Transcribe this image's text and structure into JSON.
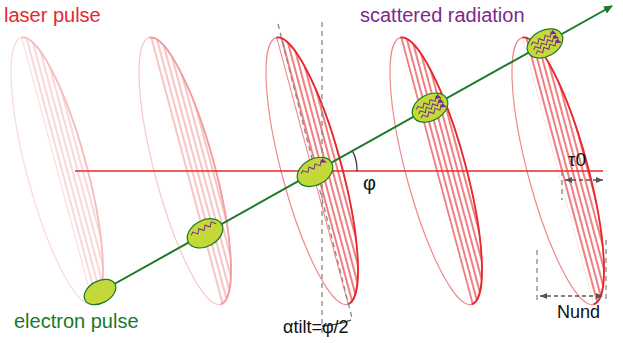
{
  "diagram": {
    "labels": [
      "laser pulse",
      "scattered radiation",
      "φ",
      "τ0",
      "electron pulse",
      "αtilt=φ/2",
      "Nund"
    ]
  }
}
